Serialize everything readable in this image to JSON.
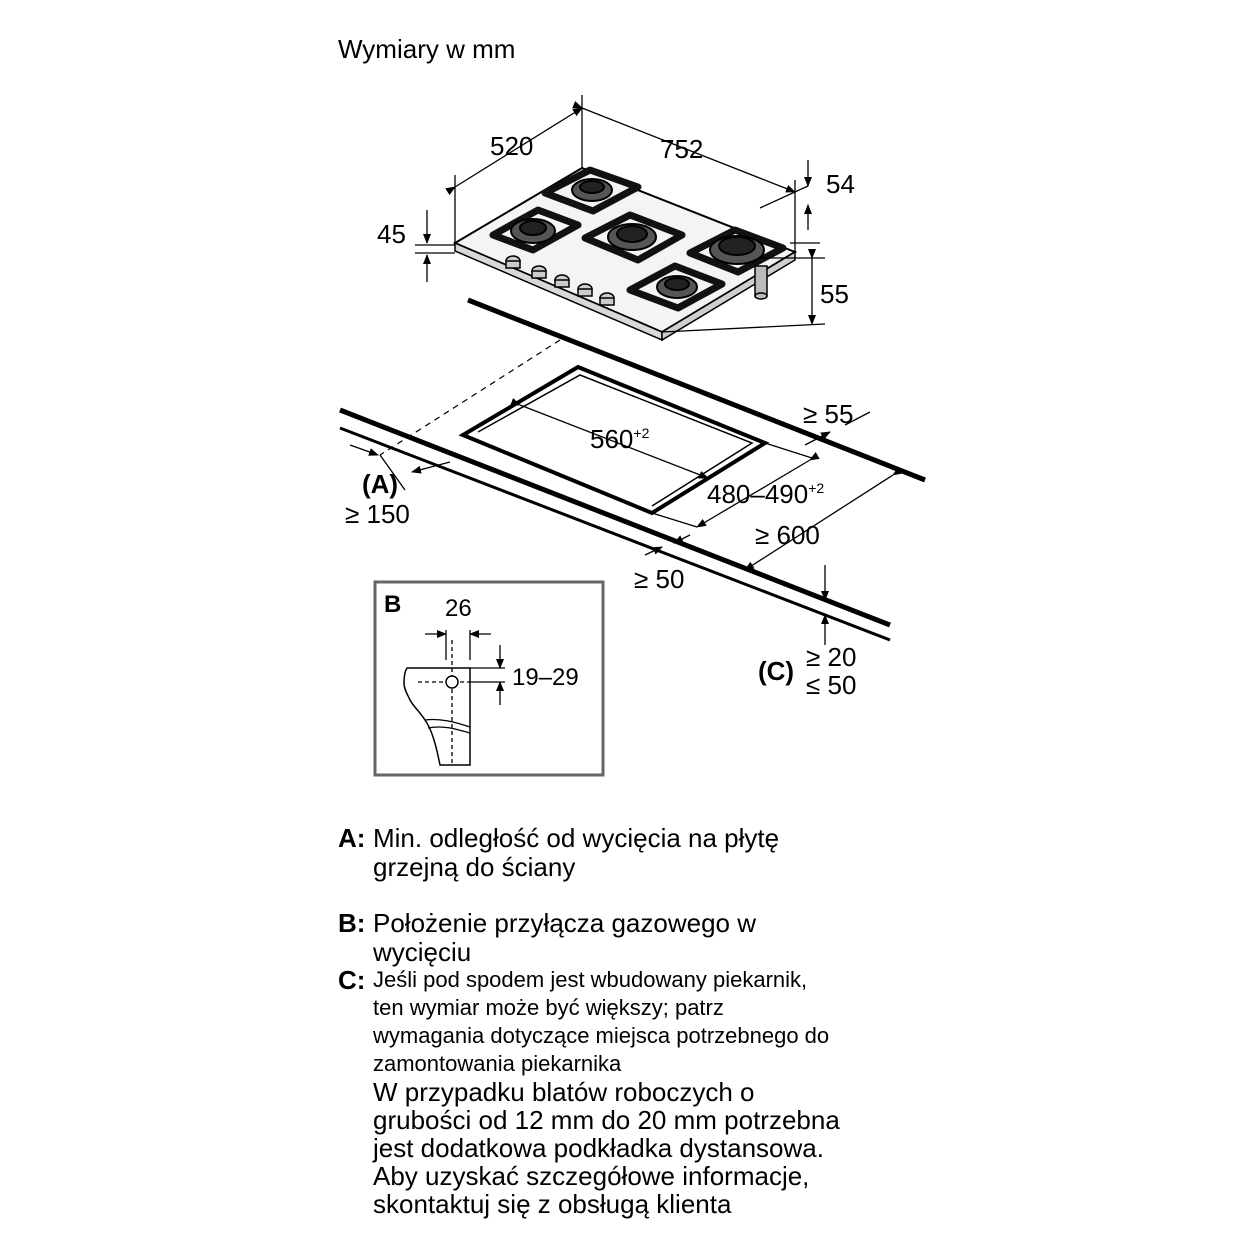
{
  "heading": "Wymiary w mm",
  "dimensions": {
    "depth": "520",
    "width": "752",
    "right_offset": "54",
    "left_height": "45",
    "right_height": "55",
    "cutout_width": "560",
    "cutout_width_tol": "+2",
    "cutout_depth": "480–490",
    "cutout_depth_tol": "+2",
    "rear_clearance": "≥ 55",
    "wall_distance": "≥ 150",
    "front_clearance": "≥ 50",
    "worktop_depth": "≥ 600",
    "worktop_thickness_min": "≥ 20",
    "worktop_thickness_max": "≤ 50"
  },
  "markers": {
    "a": "(A)",
    "c": "(C)"
  },
  "inset": {
    "label": "B",
    "width": "26",
    "height": "19–29"
  },
  "legend": {
    "a_key": "A:",
    "a_line1": "Min. odległość od wycięcia na płytę",
    "a_line2": "grzejną do ściany",
    "b_key": "B:",
    "b_line1": "Położenie przyłącza gazowego w",
    "b_line2": "wycięciu",
    "c_key": "C:",
    "c_line1": "Jeśli pod spodem jest wbudowany piekarnik,",
    "c_line2": "ten wymiar może być większy; patrz",
    "c_line3": "wymagania dotyczące miejsca potrzebnego do",
    "c_line4": "zamontowania piekarnika",
    "c_para1": "W przypadku blatów roboczych o",
    "c_para2": "grubości od 12 mm do 20 mm potrzebna",
    "c_para3": "jest dodatkowa podkładka dystansowa.",
    "c_para4": "Aby uzyskać szczegółowe informacje,",
    "c_para5": "skontaktuj się z obsługą klienta"
  },
  "icons": [
    "burner-icon",
    "knob-icon",
    "gas-connector-icon",
    "dimension-arrow-icon"
  ]
}
